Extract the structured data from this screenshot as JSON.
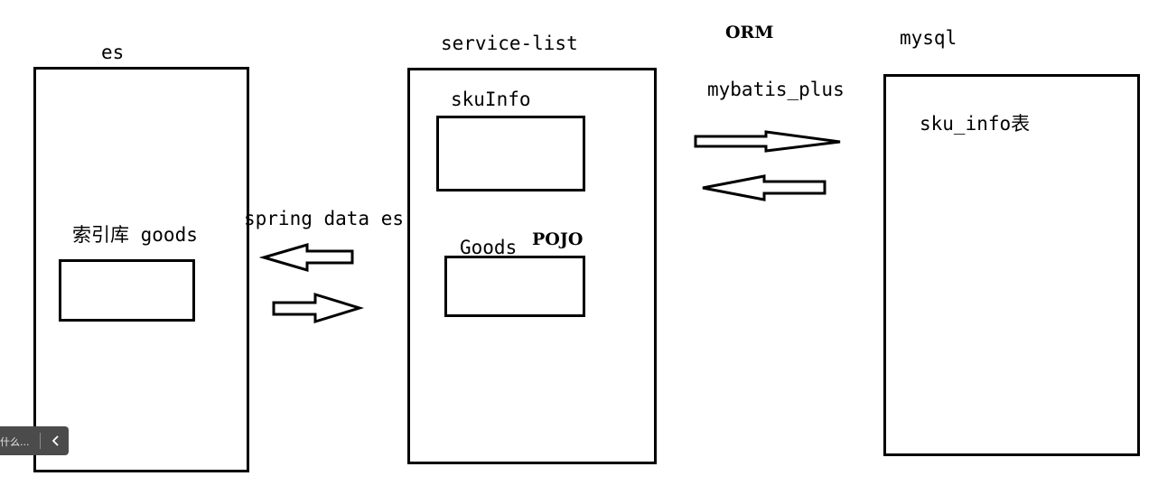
{
  "diagram": {
    "es_block": {
      "title": "es",
      "inner_label": "索引库 goods"
    },
    "service_list_block": {
      "title": "service-list",
      "sku_label": "skuInfo",
      "goods_label": "Goods",
      "pojo_label": "POJO"
    },
    "mysql_block": {
      "title": "mysql",
      "table_label": "sku_info表"
    },
    "links": {
      "spring_data_label": "spring data es",
      "orm_label": "ORM",
      "mybatis_label": "mybatis_plus"
    }
  },
  "toolbar": {
    "text": "什么...",
    "collapse_icon": "chevron-left-icon"
  }
}
